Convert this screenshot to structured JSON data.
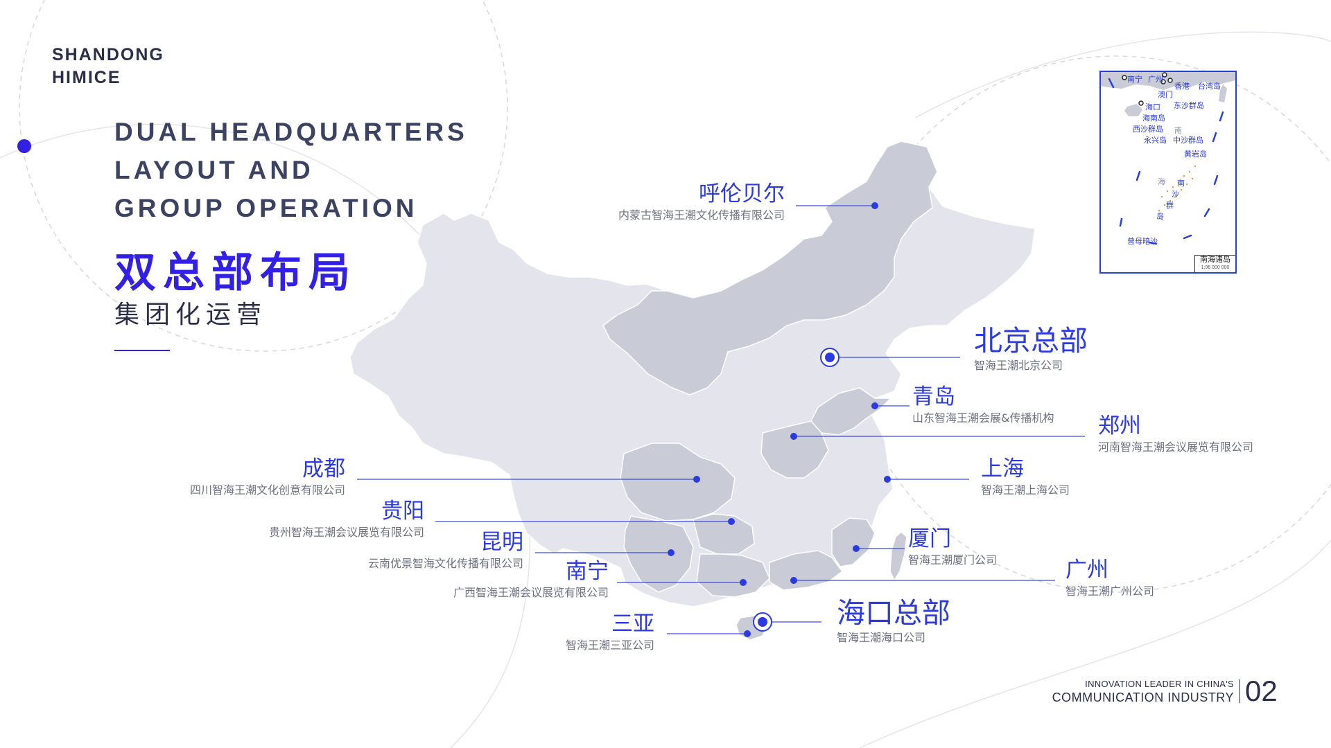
{
  "brand": {
    "line1": "SHANDONG",
    "line2": "HIMICE"
  },
  "title": {
    "en_lines": [
      "DUAL HEADQUARTERS",
      "LAYOUT AND",
      "GROUP OPERATION"
    ],
    "cn": "双总部布局",
    "cn_sub": "集团化运营"
  },
  "colors": {
    "accent": "#3320e6",
    "city_blue": "#2b3be0",
    "map_light": "#e4e4ec",
    "map_dark": "#c9cbd6",
    "map_border": "#ffffff"
  },
  "cities": {
    "hulunbuir": {
      "name": "呼伦贝尔",
      "company": "内蒙古智海王潮文化传播有限公司"
    },
    "beijing": {
      "name": "北京总部",
      "company": "智海王潮北京公司",
      "headquarters": true
    },
    "qingdao": {
      "name": "青岛",
      "company": "山东智海王潮会展&传播机构"
    },
    "zhengzhou": {
      "name": "郑州",
      "company": "河南智海王潮会议展览有限公司"
    },
    "chengdu": {
      "name": "成都",
      "company": "四川智海王潮文化创意有限公司"
    },
    "shanghai": {
      "name": "上海",
      "company": "智海王潮上海公司"
    },
    "guiyang": {
      "name": "贵阳",
      "company": "贵州智海王潮会议展览有限公司"
    },
    "kunming": {
      "name": "昆明",
      "company": "云南优景智海文化传播有限公司"
    },
    "xiamen": {
      "name": "厦门",
      "company": "智海王潮厦门公司"
    },
    "nanning": {
      "name": "南宁",
      "company": "广西智海王潮会议展览有限公司"
    },
    "guangzhou": {
      "name": "广州",
      "company": "智海王潮广州公司"
    },
    "haikou": {
      "name": "海口总部",
      "company": "智海王潮海口公司",
      "headquarters": true
    },
    "sanya": {
      "name": "三亚",
      "company": "智海王潮三亚公司"
    }
  },
  "inset": {
    "labels": {
      "nanning": "南宁",
      "guangzhou": "广州",
      "hongkong": "香港",
      "macau": "澳门",
      "taiwan": "台湾岛",
      "haikou": "海口",
      "hainan": "海南岛",
      "dongsha": "东沙群岛",
      "xisha": "西沙群岛",
      "nan": "南",
      "yongxing": "永兴岛",
      "zhongsha": "中沙群岛",
      "huangyan": "黄岩岛",
      "hai": "海",
      "nansha_nan": "南",
      "nansha_sha": "沙",
      "nansha_qun": "群",
      "nansha_dao": "岛",
      "zengmu": "曾母暗沙"
    },
    "legend_title": "南海诸岛",
    "legend_scale": "1:96 000 000"
  },
  "footer": {
    "tagline1": "INNOVATION LEADER IN CHINA'S",
    "tagline2": "COMMUNICATION INDUSTRY",
    "page": "02"
  }
}
